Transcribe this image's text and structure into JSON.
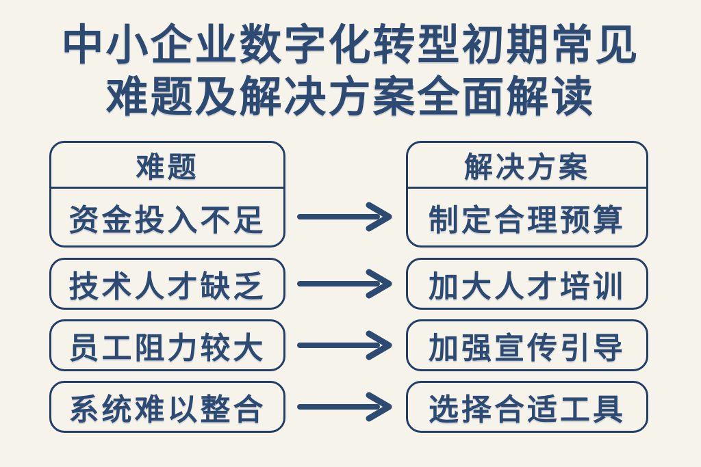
{
  "title": {
    "line1": "中小企业数字化转型初期常见",
    "line2": "难题及解决方案全面解读"
  },
  "diagram": {
    "problems_header": "难题",
    "solutions_header": "解决方案",
    "rows": [
      {
        "problem": "资金投入不足",
        "solution": "制定合理预算"
      },
      {
        "problem": "技术人才缺乏",
        "solution": "加大人才培训"
      },
      {
        "problem": "员工阻力较大",
        "solution": "加强宣传引导"
      },
      {
        "problem": "系统难以整合",
        "solution": "选择合适工具"
      }
    ],
    "arrow_direction": "right"
  },
  "colors": {
    "background": "#f6f3eb",
    "ink": "#2d4a73",
    "border": "#223e66"
  }
}
